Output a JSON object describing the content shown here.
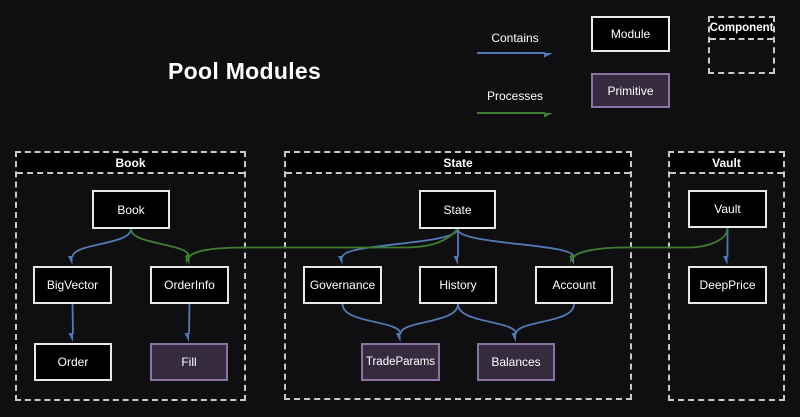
{
  "title": "Pool Modules",
  "legend": {
    "contains_label": "Contains",
    "processes_label": "Processes",
    "module_label": "Module",
    "primitive_label": "Primitive",
    "component_label": "Component"
  },
  "colors": {
    "background": "#0f0f11",
    "contains_edge": "#527ab4",
    "processes_edge": "#3d7f2f",
    "module_fill": "#000000",
    "module_border": "#e8e8e8",
    "primitive_fill": "#352a3e",
    "primitive_border": "#8b74a1",
    "container_border": "#c9c9c9",
    "text": "#ffffff"
  },
  "containers": [
    {
      "label": "Book",
      "nodes": [
        {
          "label": "Book",
          "type": "module"
        },
        {
          "label": "BigVector",
          "type": "module"
        },
        {
          "label": "OrderInfo",
          "type": "module"
        },
        {
          "label": "Order",
          "type": "module"
        },
        {
          "label": "Fill",
          "type": "primitive"
        }
      ]
    },
    {
      "label": "State",
      "nodes": [
        {
          "label": "State",
          "type": "module"
        },
        {
          "label": "Governance",
          "type": "module"
        },
        {
          "label": "History",
          "type": "module"
        },
        {
          "label": "Account",
          "type": "module"
        },
        {
          "label": "TradeParams",
          "type": "primitive"
        },
        {
          "label": "Balances",
          "type": "primitive"
        }
      ]
    },
    {
      "label": "Vault",
      "nodes": [
        {
          "label": "Vault",
          "type": "module"
        },
        {
          "label": "DeepPrice",
          "type": "module"
        }
      ]
    }
  ],
  "edges": [
    {
      "from": "Book",
      "to": "BigVector",
      "type": "contains"
    },
    {
      "from": "BigVector",
      "to": "Order",
      "type": "contains"
    },
    {
      "from": "OrderInfo",
      "to": "Fill",
      "type": "contains"
    },
    {
      "from": "State",
      "to": "Governance",
      "type": "contains"
    },
    {
      "from": "State",
      "to": "History",
      "type": "contains"
    },
    {
      "from": "State",
      "to": "Account",
      "type": "contains"
    },
    {
      "from": "Governance",
      "to": "TradeParams",
      "type": "contains"
    },
    {
      "from": "History",
      "to": "TradeParams",
      "type": "contains"
    },
    {
      "from": "History",
      "to": "Balances",
      "type": "contains"
    },
    {
      "from": "Account",
      "to": "Balances",
      "type": "contains"
    },
    {
      "from": "Vault",
      "to": "DeepPrice",
      "type": "contains"
    },
    {
      "from": "Book",
      "to": "OrderInfo",
      "type": "processes"
    },
    {
      "from": "State",
      "to": "OrderInfo",
      "type": "processes"
    },
    {
      "from": "Vault",
      "to": "Account",
      "type": "processes"
    }
  ]
}
